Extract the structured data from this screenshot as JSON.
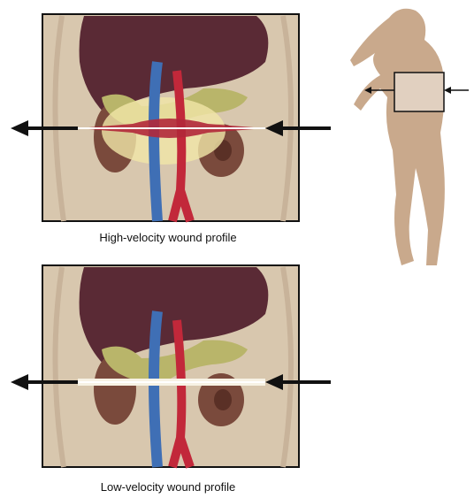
{
  "figure": {
    "panels": [
      {
        "id": "high",
        "caption": "High-velocity wound profile"
      },
      {
        "id": "low",
        "caption": "Low-velocity wound profile"
      }
    ]
  },
  "colors": {
    "skin": "#d8c7ae",
    "liver": "#5a2a35",
    "kidney": "#7a4a3c",
    "pancreas": "#b9b56a",
    "vena_cava": "#3f6fb5",
    "aorta": "#c2283a",
    "damage_core": "#b1283a",
    "damage_zone": "#f1e6a8",
    "arrow": "#111111",
    "body_silhouette": "#c9a98c"
  },
  "icons": {
    "arrow_entry": "arrow-left-icon",
    "arrow_exit": "arrow-left-icon"
  }
}
